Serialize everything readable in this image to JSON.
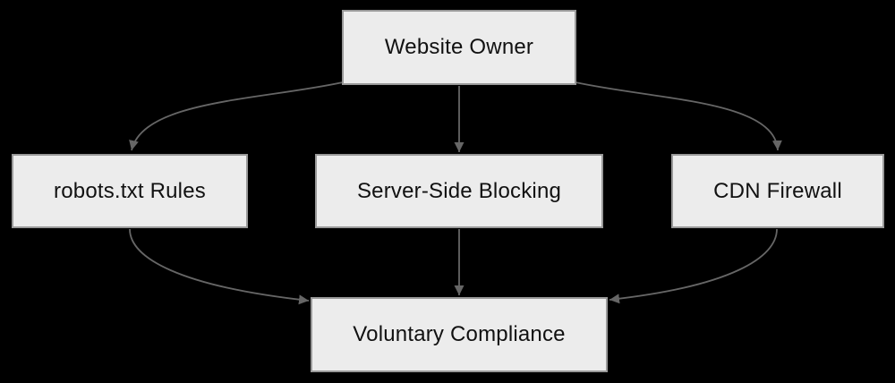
{
  "diagram": {
    "type": "flowchart",
    "nodes": {
      "website_owner": {
        "label": "Website Owner"
      },
      "robots_txt": {
        "label": "robots.txt Rules"
      },
      "server_side": {
        "label": "Server-Side Blocking"
      },
      "cdn_firewall": {
        "label": "CDN Firewall"
      },
      "voluntary": {
        "label": "Voluntary Compliance"
      }
    },
    "edges": [
      {
        "from": "Website Owner",
        "to": "robots.txt Rules"
      },
      {
        "from": "Website Owner",
        "to": "Server-Side Blocking"
      },
      {
        "from": "Website Owner",
        "to": "CDN Firewall"
      },
      {
        "from": "robots.txt Rules",
        "to": "Voluntary Compliance"
      },
      {
        "from": "Server-Side Blocking",
        "to": "Voluntary Compliance"
      },
      {
        "from": "CDN Firewall",
        "to": "Voluntary Compliance"
      }
    ],
    "colors": {
      "background": "#000000",
      "node_fill": "#ececec",
      "node_border": "#999999",
      "edge": "#666666",
      "text": "#111111"
    }
  }
}
